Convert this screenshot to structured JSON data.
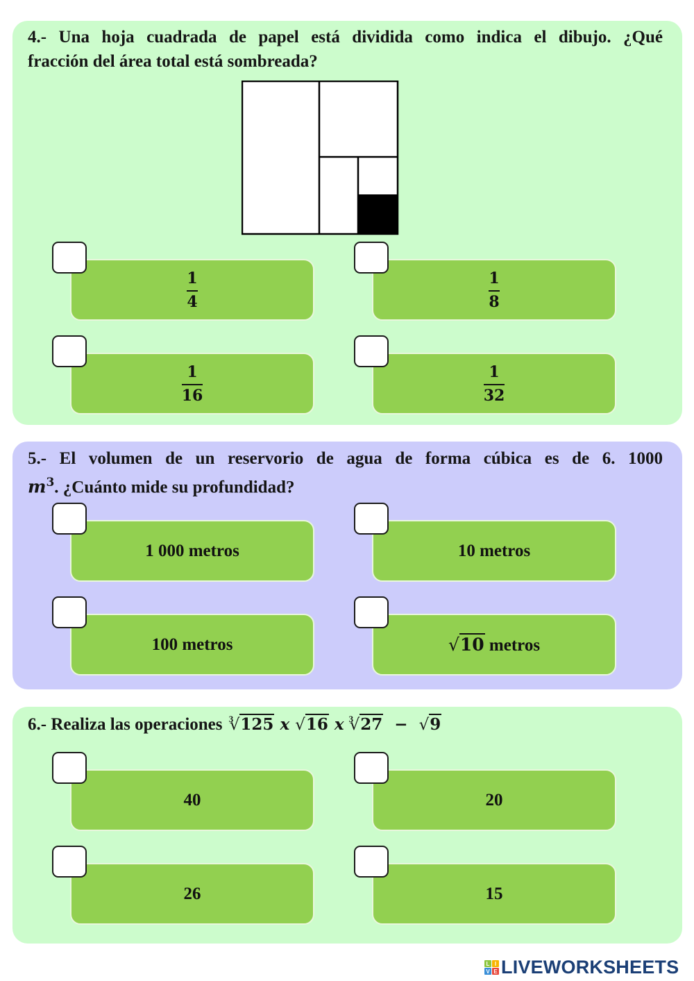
{
  "questions": [
    {
      "id": "q4",
      "number": "4.-",
      "text_line1": "Una hoja cuadrada de papel está dividida como indica el dibujo. ¿Qué",
      "text_line2": "fracción del área total está sombreada?",
      "background": "#ccfccc",
      "figure": {
        "description": "square divided into halves, quarters, eighths; one sixteenth shaded black",
        "shaded_fraction_region": "bottom-right sixteenth"
      },
      "options": [
        {
          "numerator": "1",
          "denominator": "4"
        },
        {
          "numerator": "1",
          "denominator": "8"
        },
        {
          "numerator": "1",
          "denominator": "16"
        },
        {
          "numerator": "1",
          "denominator": "32"
        }
      ]
    },
    {
      "id": "q5",
      "number": "5.-",
      "text_line1": "El volumen de un reservorio de agua de forma cúbica es de 6. 1000",
      "text_line2_var": "m",
      "text_line2_exp": "3",
      "text_line2": ". ¿Cuánto mide su profundidad?",
      "background": "#ccccfb",
      "options": [
        {
          "label": "1 000 metros"
        },
        {
          "label": "10 metros"
        },
        {
          "label": "100 metros"
        },
        {
          "radicand": "10",
          "label": " metros"
        }
      ]
    },
    {
      "id": "q6",
      "number": "6.-",
      "text": "Realiza las operaciones",
      "expression": {
        "term1_index": "3",
        "term1_radicand": "125",
        "op1": "x",
        "term2_radicand": "16",
        "op2": "x",
        "term3_index": "3",
        "term3_radicand": "27",
        "op3": "−",
        "term4_radicand": "9"
      },
      "background": "#ccfccc",
      "options": [
        {
          "label": "40"
        },
        {
          "label": "20"
        },
        {
          "label": "26"
        },
        {
          "label": "15"
        }
      ]
    }
  ],
  "colors": {
    "option_card": "#92d050",
    "checkbox": "#ffffff",
    "logo_text": "#1b3f76"
  },
  "footer": {
    "logo_tiles": [
      "L",
      "I",
      "V",
      "E"
    ],
    "logo_text": "LIVEWORKSHEETS"
  }
}
